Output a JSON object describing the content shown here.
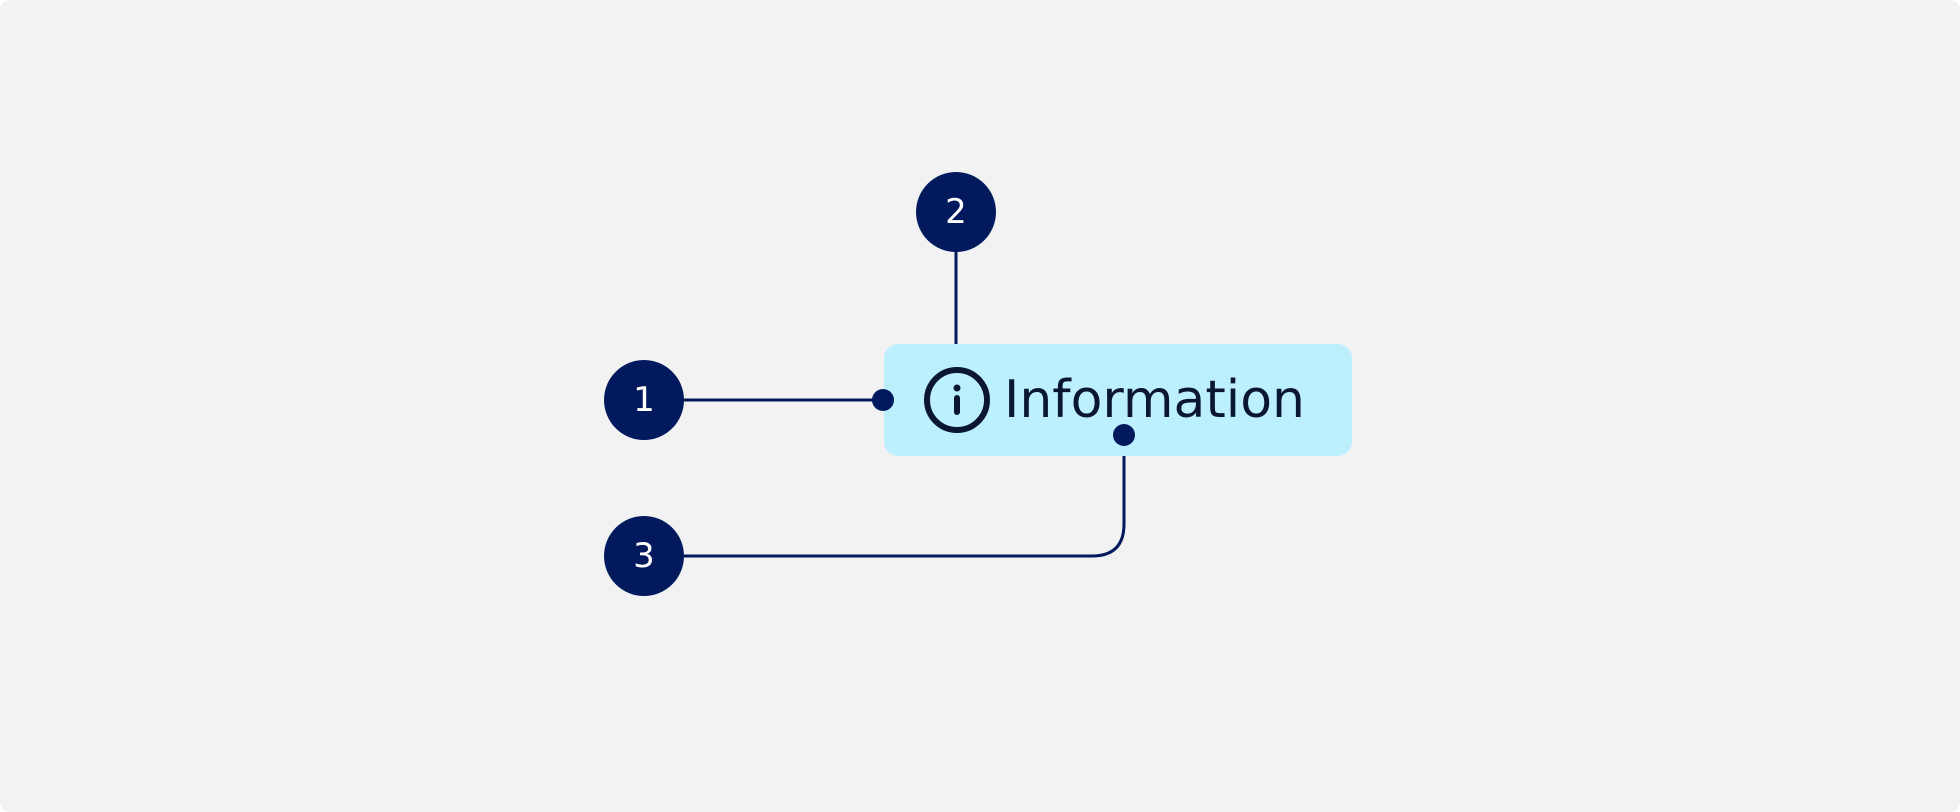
{
  "component": {
    "label": "Information",
    "icon": "info-circle-icon",
    "background_color": "#bdf0fd",
    "text_color": "#0b1630"
  },
  "callouts": [
    {
      "number": "1",
      "target": "tag-container"
    },
    {
      "number": "2",
      "target": "info-icon"
    },
    {
      "number": "3",
      "target": "tag-label"
    }
  ],
  "colors": {
    "callout": "#021a5d",
    "canvas": "#f2f2f3"
  }
}
